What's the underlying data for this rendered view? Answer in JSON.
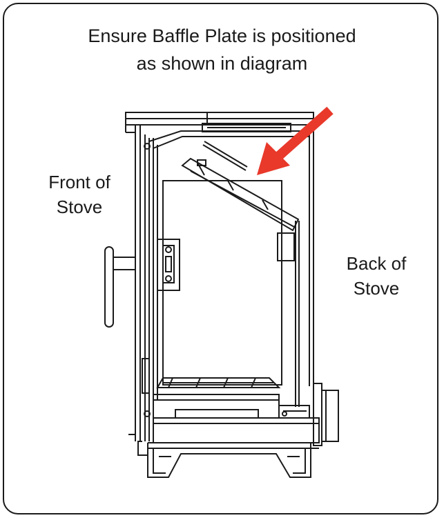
{
  "caption": {
    "line1": "Ensure Baffle Plate is positioned",
    "line2": "as shown in diagram"
  },
  "labels": {
    "front_line1": "Front of",
    "front_line2": "Stove",
    "back_line1": "Back of",
    "back_line2": "Stove"
  },
  "colors": {
    "arrow": "#e8392b",
    "line": "#1a1a1a",
    "frame": "#1a1a1a"
  }
}
